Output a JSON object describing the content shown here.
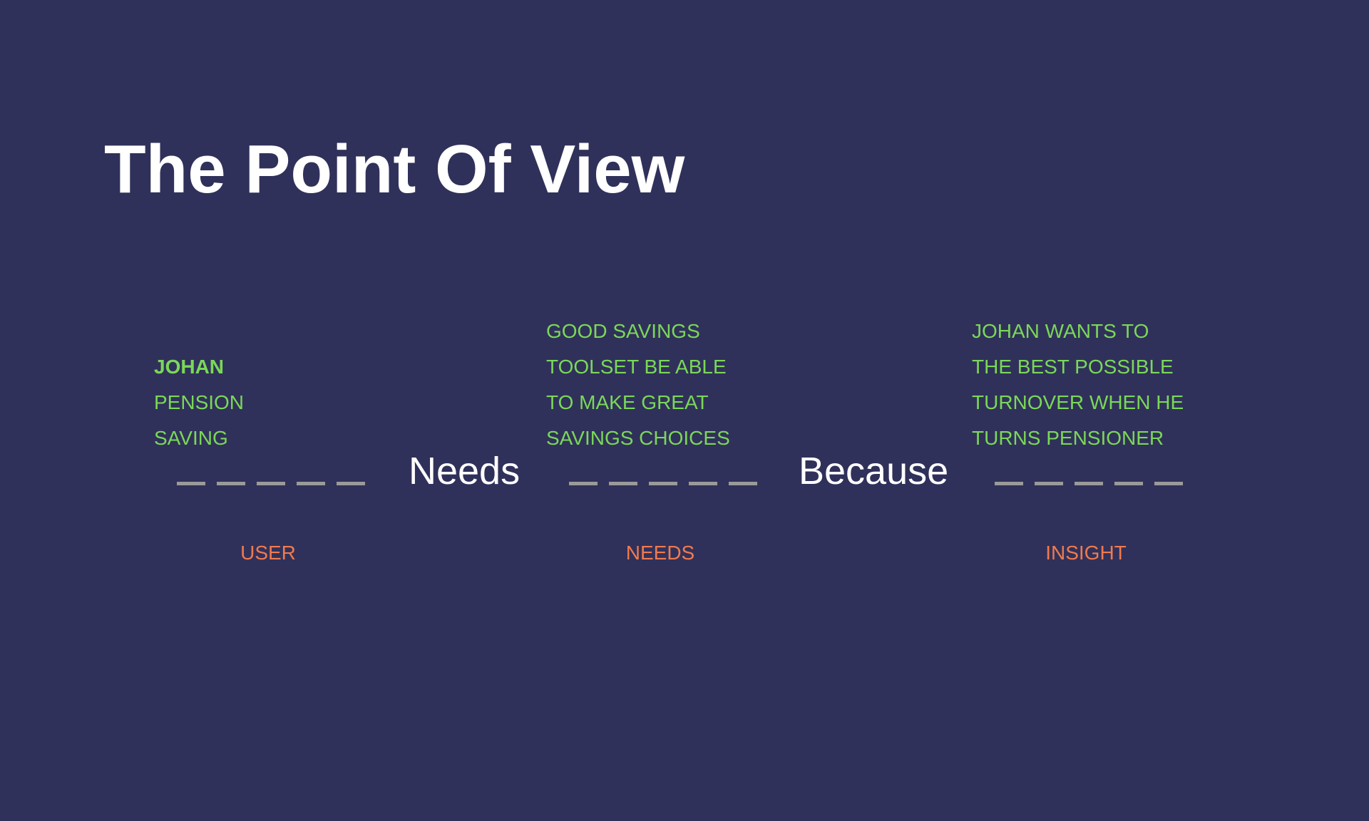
{
  "title": "The Point Of View",
  "connectors": {
    "needs": "Needs",
    "because": "Because"
  },
  "columns": [
    {
      "category": "USER",
      "lines": [
        "JOHAN",
        "PENSION",
        "SAVING"
      ]
    },
    {
      "category": "NEEDS",
      "lines": [
        "GOOD SAVINGS",
        "TOOLSET BE ABLE",
        "TO MAKE GREAT",
        "SAVINGS CHOICES"
      ]
    },
    {
      "category": "INSIGHT",
      "lines": [
        "JOHAN WANTS TO",
        "THE BEST POSSIBLE",
        "TURNOVER WHEN HE",
        "TURNS PENSIONER"
      ]
    }
  ],
  "colors": {
    "background": "#30315a",
    "answer_text": "#7ad858",
    "category_label": "#f07a4f",
    "blank_line": "#9a9a9a",
    "heading": "#ffffff"
  }
}
